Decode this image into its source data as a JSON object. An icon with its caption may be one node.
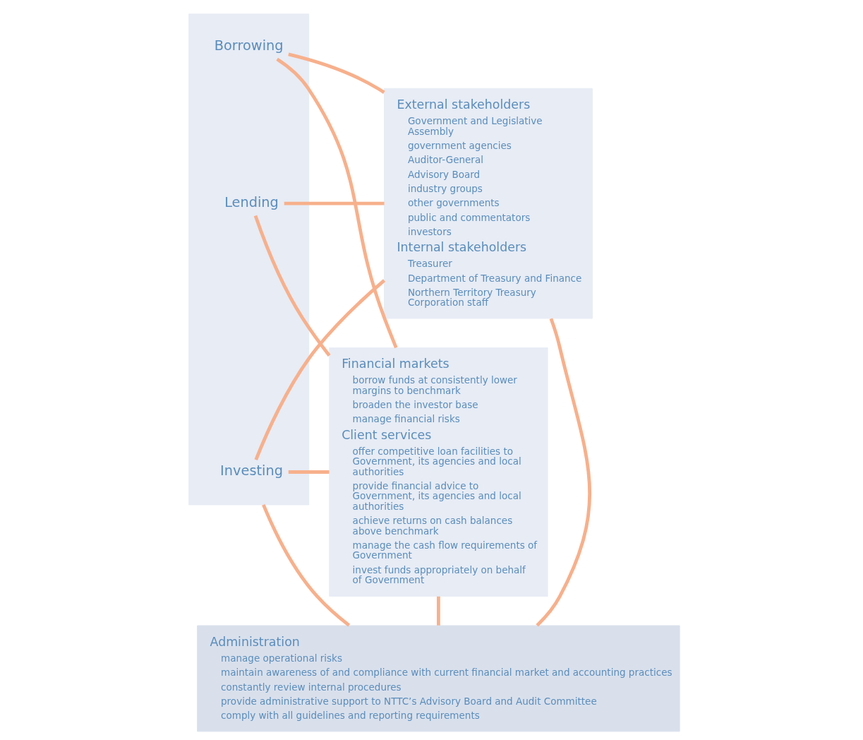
{
  "diagram": {
    "nodes": [
      {
        "text": [
          "External stakeholders",
          "Government and Legislative Assembly",
          "government agencies",
          "Auditor-General",
          "Advisory Board",
          "industry groups",
          "other governments",
          "public and commentators",
          "investors",
          "Internal stakeholders",
          "Treasurer",
          "Department of Treasury and Finance",
          "Northern Territory Treasury Corporation staff"
        ]
      },
      {
        "text": [],
        "shape": "box"
      },
      {
        "text": [
          "Borrowing"
        ],
        "in": 1
      },
      {
        "text": [
          "Lending"
        ],
        "in": 1
      },
      {
        "text": [
          "Investing"
        ],
        "in": 1
      },
      {
        "text": [
          "Financial markets",
          "borrow funds at consistently lower margins to benchmark",
          "broaden the investor base",
          "manage financial risks",
          "Client services",
          "offer competitive loan facilities to Government, its agencies and local authorities",
          "provide financial advice to Government, its agencies and local authorities",
          "achieve returns on cash balances above benchmark",
          "manage the cash flow requirements of Government",
          "invest funds appropriately on behalf of Government"
        ]
      },
      {
        "text": [
          "Administration",
          "manage operational risks",
          "maintain awareness of and compliance with current financial market and accounting practices",
          "constantly review internal procedures",
          "provide administrative support to NTTC’s Advisory Board and Audit Committee",
          "comply with all guidelines and reporting requirements"
        ]
      }
    ],
    "edges": [
      {
        "from": 0,
        "to": 2,
        "arrow": "none"
      },
      {
        "from": 2,
        "to": 5,
        "arrow": "none"
      },
      {
        "from": 0,
        "to": 3,
        "arrow": "none"
      },
      {
        "from": 3,
        "to": 5,
        "arrow": "none"
      },
      {
        "from": 0,
        "to": 4,
        "arrow": "none"
      },
      {
        "from": 4,
        "to": 5,
        "arrow": "none"
      },
      {
        "from": 0,
        "to": 6,
        "arrow": "none"
      },
      {
        "from": 1,
        "to": 6,
        "arrow": "none"
      },
      {
        "from": 5,
        "to": 6,
        "arrow": "none"
      }
    ]
  }
}
